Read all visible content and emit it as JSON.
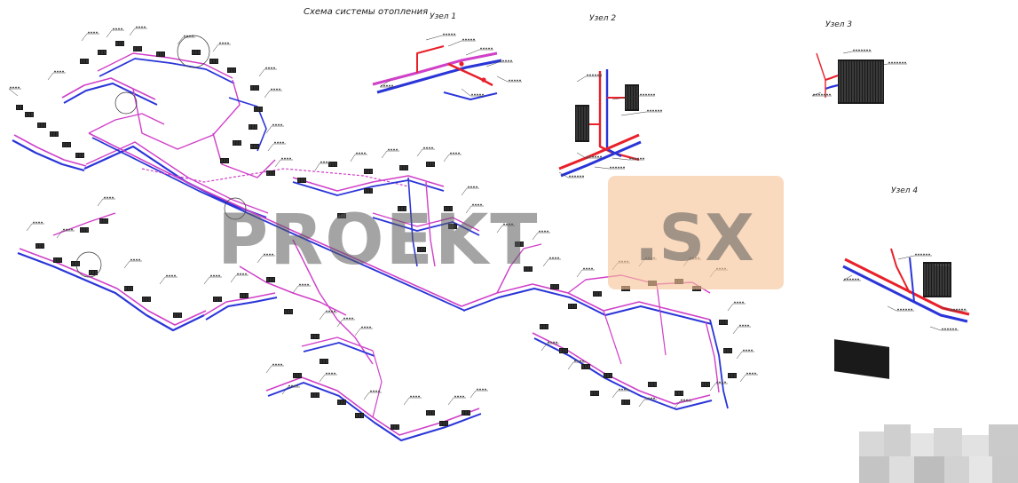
{
  "titles": {
    "main": "Схема системы отопления",
    "node1": "Узел 1",
    "node2": "Узел 2",
    "node3": "Узел 3",
    "node4": "Узел 4"
  },
  "watermark": {
    "left": "PROEKT",
    "right": ".SX"
  },
  "colors": {
    "supply": "#e8202a",
    "return": "#2a35d8",
    "pipe_mixed": "#d040c8",
    "radiator": "#1a1a1a",
    "leader": "#333333",
    "watermark_box": "#f7c496"
  }
}
